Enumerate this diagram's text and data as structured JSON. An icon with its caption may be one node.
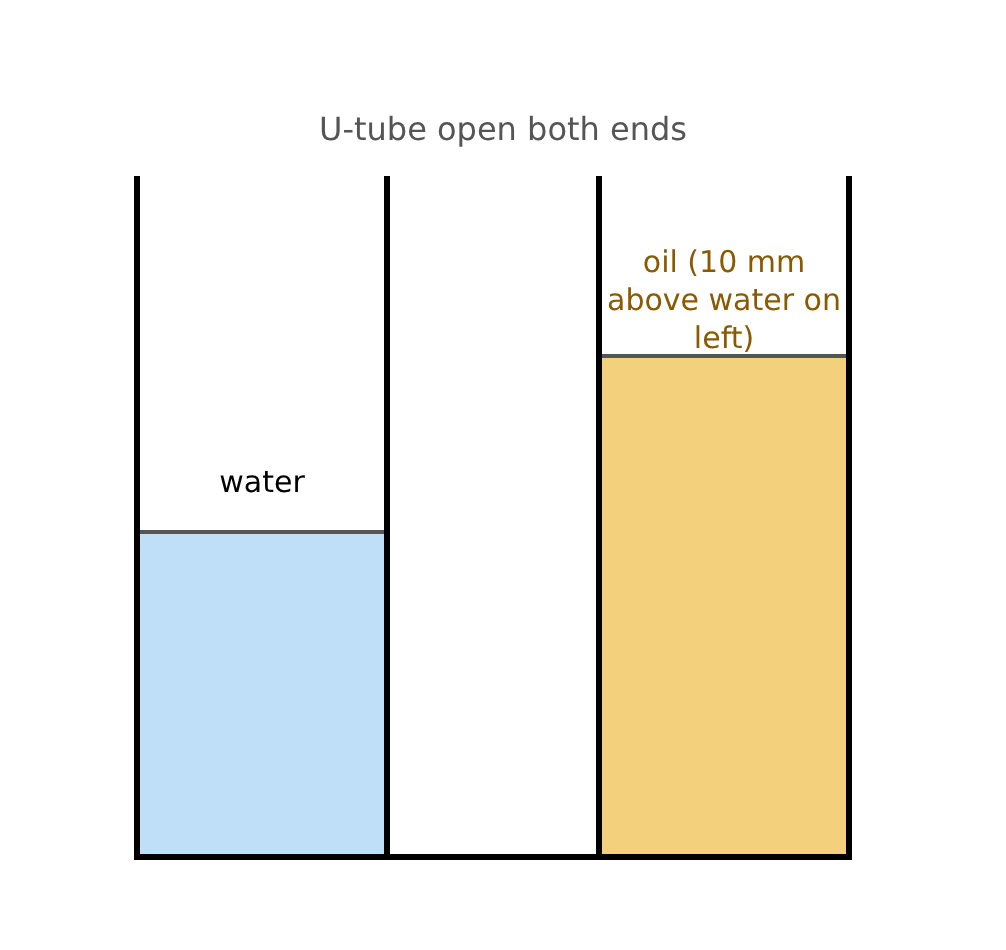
{
  "diagram": {
    "title": "U-tube open both ends",
    "nodes": [
      {
        "text": [
          "water"
        ]
      },
      {
        "text": [
          "oil (10 mm above water on left)"
        ]
      }
    ]
  }
}
